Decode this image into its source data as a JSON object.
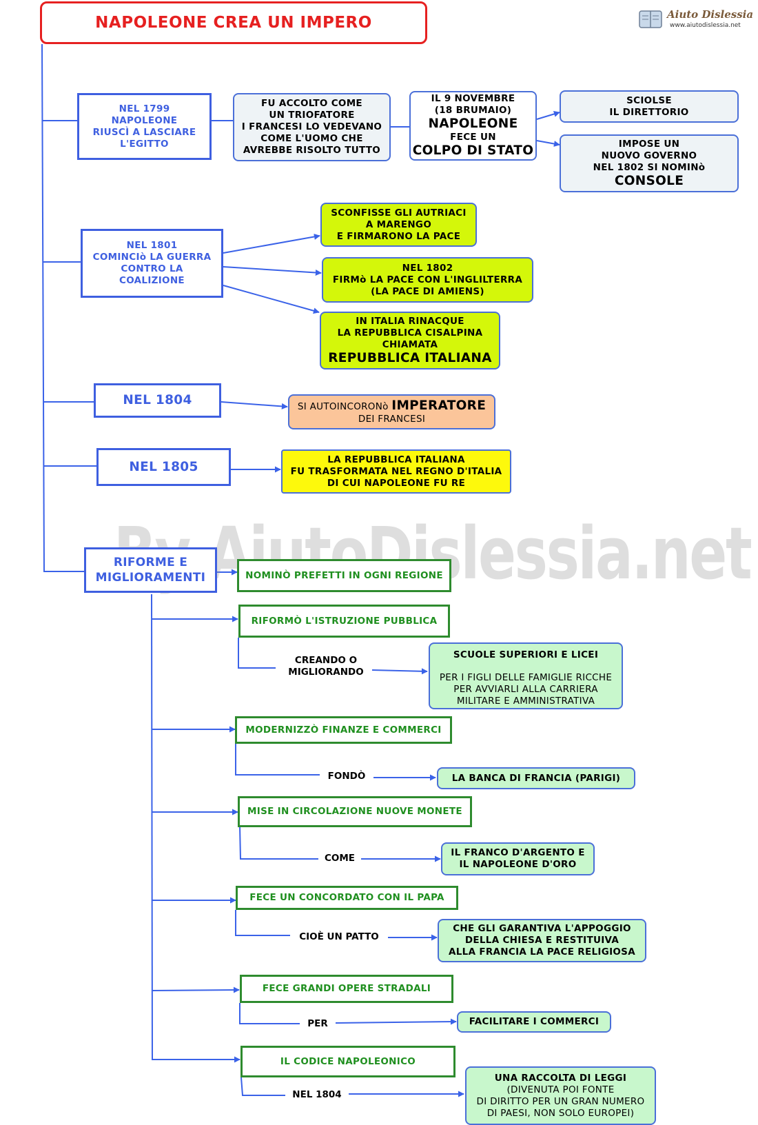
{
  "title": "NAPOLEONE CREA UN IMPERO",
  "logo": {
    "name": "Aiuto Dislessia",
    "url": "www.aiutodislessia.net"
  },
  "watermark": "By AiutoDislessia.net",
  "colors": {
    "title": "#e62020",
    "blue_text": "#3e5fe0",
    "green_text": "#1f8f1f",
    "lime": "#d4f70a",
    "salmon": "#fbc59a",
    "yellow": "#fdf90c",
    "mint": "#c8f7cc",
    "light_grey": "#eef3f6"
  },
  "branch1799": {
    "year": [
      "NEL 1799",
      "NAPOLEONE",
      "RIUSCÌ A LASCIARE",
      "L'EGITTO"
    ],
    "welcome": [
      "FU ACCOLTO COME",
      "UN TRIOFATORE",
      "I FRANCESI LO VEDEVANO",
      "COME L'UOMO CHE",
      "AVREBBE RISOLTO TUTTO"
    ],
    "coup": {
      "l1": "IL 9 NOVEMBRE",
      "l2": "(18 BRUMAIO)",
      "l3": "NAPOLEONE",
      "l4": "FECE UN",
      "l5": "COLPO DI STATO"
    },
    "dissolved": [
      "SCIOLSE",
      "IL DIRETTORIO"
    ],
    "government": {
      "l1": "IMPOSE UN",
      "l2": "NUOVO GOVERNO",
      "l3": "NEL 1802 SI  NOMINò",
      "l4": "CONSOLE"
    }
  },
  "branch1801": {
    "year": [
      "NEL 1801",
      "COMINCIò LA GUERRA",
      "CONTRO LA",
      "COALIZIONE"
    ],
    "marengo": [
      "SCONFISSE GLI AUTRIACI",
      "A MARENGO",
      "E FIRMARONO LA PACE"
    ],
    "amiens": [
      "NEL 1802",
      "FIRMò LA PACE CON L'INGLILTERRA",
      "(LA PACE DI AMIENS)"
    ],
    "italy": {
      "l1": "IN ITALIA RINACQUE",
      "l2": "LA REPUBBLICA  CISALPINA",
      "l3": "CHIAMATA",
      "l4": "REPUBBLICA ITALIANA"
    }
  },
  "branch1804": {
    "year": "NEL 1804",
    "crowned": {
      "pre": "SI AUTOINCORONò ",
      "strong": "IMPERATORE",
      "l2": "DEI FRANCESI"
    }
  },
  "branch1805": {
    "year": "NEL 1805",
    "kingdom": [
      "LA REPUBBLICA ITALIANA",
      "FU TRASFORMATA NEL REGNO D'ITALIA",
      "DI CUI NAPOLEONE FU RE"
    ]
  },
  "reforms": {
    "title": [
      "RIFORME E",
      "MIGLIORAMENTI"
    ],
    "prefects": "NOMINÒ PREFETTI IN OGNI REGIONE",
    "education": {
      "label": "RIFORMÒ L'ISTRUZIONE PUBBLICA",
      "connector": [
        "CREANDO O",
        "MIGLIORANDO"
      ],
      "result_title": "SCUOLE SUPERIORI E LICEI",
      "result_lines": [
        "PER I FIGLI DELLE FAMIGLIE RICCHE",
        "PER AVVIARLI ALLA CARRIERA",
        "MILITARE  E AMMINISTRATIVA"
      ]
    },
    "finance": {
      "label": "MODERNIZZÒ FINANZE E COMMERCI",
      "connector": "FONDÒ",
      "result": "LA BANCA DI FRANCIA  (PARIGI)"
    },
    "coins": {
      "label": "MISE IN CIRCOLAZIONE NUOVE MONETE",
      "connector": "COME",
      "result": [
        "IL FRANCO D'ARGENTO E",
        "IL NAPOLEONE D'ORO"
      ]
    },
    "concordat": {
      "label": "FECE UN CONCORDATO CON IL PAPA",
      "connector": "CIOÈ UN PATTO",
      "result": [
        "CHE GLI GARANTIVA L'APPOGGIO",
        "DELLA CHIESA E RESTITUIVA",
        "ALLA FRANCIA LA PACE RELIGIOSA"
      ]
    },
    "roads": {
      "label": "FECE  GRANDI OPERE STRADALI",
      "connector": "PER",
      "result": "FACILITARE  I COMMERCI"
    },
    "code": {
      "label": "IL CODICE NAPOLEONICO",
      "connector": "NEL 1804",
      "result_title": "UNA RACCOLTA DI LEGGI",
      "result_lines": [
        "(DIVENUTA POI FONTE",
        "DI DIRITTO PER UN GRAN NUMERO",
        "DI PAESI, NON SOLO EUROPEI)"
      ]
    }
  }
}
